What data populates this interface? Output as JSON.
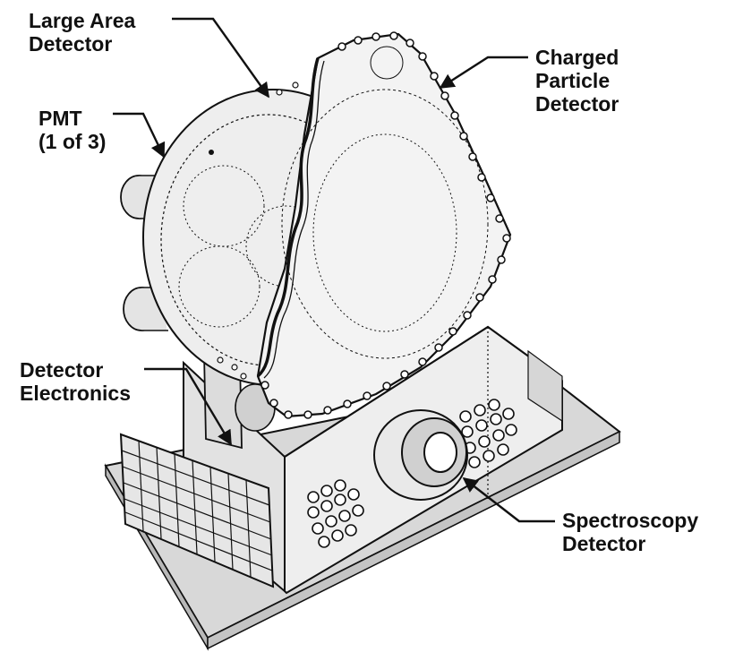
{
  "labels": {
    "large_area_detector": [
      "Large Area",
      "Detector"
    ],
    "charged_particle_detector": [
      "Charged",
      "Particle",
      "Detector"
    ],
    "pmt": [
      "PMT",
      "(1 of 3)"
    ],
    "detector_electronics": [
      "Detector",
      "Electronics"
    ],
    "spectroscopy_detector": [
      "Spectroscopy",
      "Detector"
    ]
  },
  "colors": {
    "ink": "#111111",
    "fill_light": "#e6e6e6",
    "fill_mid": "#d2d2d2",
    "fill_dark": "#b8b8b8",
    "background": "#ffffff"
  }
}
